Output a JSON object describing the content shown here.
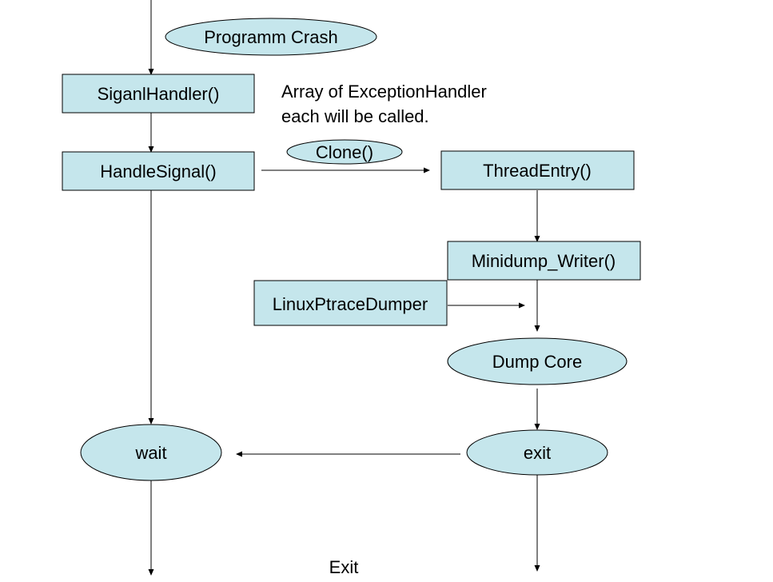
{
  "colors": {
    "node_fill": "#c5e6ec",
    "stroke": "#000000",
    "text": "#000000",
    "background": "#ffffff"
  },
  "nodes": {
    "programm_crash": "Programm Crash",
    "signal_handler": "SiganlHandler()",
    "handle_signal": "HandleSignal()",
    "clone": "Clone()",
    "thread_entry": "ThreadEntry()",
    "minidump_writer": "Minidump_Writer()",
    "linux_ptrace_dumper": "LinuxPtraceDumper",
    "dump_core": "Dump Core",
    "exit_node": "exit",
    "wait_node": "wait"
  },
  "notes": {
    "exception_handler_line1": "Array of ExceptionHandler",
    "exception_handler_line2": "each will be called.",
    "exit_label": "Exit"
  }
}
